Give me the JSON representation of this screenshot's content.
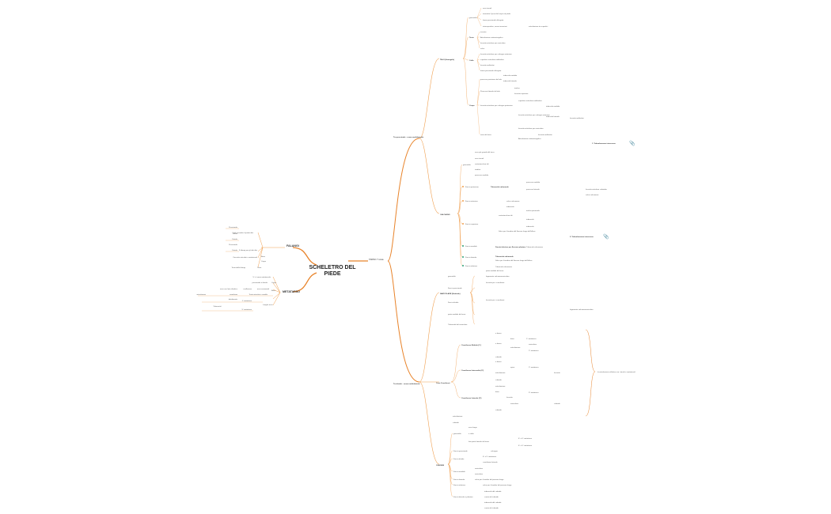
{
  "root": {
    "title_line1": "SCHELETRO DEL",
    "title_line2": "PIEDE"
  },
  "main_branch": {
    "label": "TARSO 7 ossa"
  },
  "left": {
    "falangi": {
      "label": "FALANGI",
      "items": [
        "Prossimale",
        "Media",
        "Distale",
        "Prossimale",
        "Distale",
        "3 falangi per gli altri dita",
        "Faccette articolari e metatarsali",
        "Base",
        "Corpo",
        "Testa delle falangi",
        "Testa"
      ],
      "sub_alluce": "2 nel secondo al quinto dito"
    },
    "metatarso": {
      "label": "METATARSO",
      "items": [
        "5° e' meno metatarsale",
        "prossimale e distale",
        "Corpo",
        "Base",
        "Tuberosita'",
        "Testa articolari e condilo",
        "1° metatarso",
        "Lunghe ossa",
        "5° metatarso"
      ],
      "details": [
        "ossa con lato cilindrico",
        "confluenza",
        "ossa sesamoidi",
        "articolazioni",
        "cuneiformi",
        "distalmente"
      ]
    }
  },
  "sections": {
    "talo": {
      "title": "TALO (Astragalo)",
      "parent": "Tra prossimale - senza mediolaterale",
      "groups": [
        "generalità",
        "Testa",
        "Collo",
        "Corpo"
      ],
      "lines": [
        "ossa tarsali",
        "trasmette il peso del corpo sul piede",
        "forma prossimale allungata",
        "intracapsulare, senza inserzioni",
        "articolazione tra superfici",
        "arcuata",
        "Articolazione sottoastragalica",
        "faccetta articolare per navicolare",
        "solco",
        "faccetta articolare per calcagno anteriore",
        "superficie articolare malleolare",
        "faccette malleolari",
        "processo posteriore del talo",
        "tubercolo mediale",
        "tubercolo laterale",
        "Processo laterale del talo",
        "troclea",
        "faccetta superiore",
        "faccetta articolare per calcagno posteriore",
        "seno del tarso",
        "1. Talocalcaneare interossea"
      ]
    },
    "calcagno": {
      "title": "CALCAGNO",
      "groups": [
        "generalità",
        "Faccia posteriore",
        "Faccia anteriore",
        "Faccia superiore",
        "Faccia mediale",
        "Faccia laterale",
        "Faccia inferiore"
      ],
      "lines": [
        "ossa più grande del tarso",
        "ossa tarsali",
        "sostentaculum tali",
        "tendine",
        "Tuberosità calcaneale",
        "processo mediale",
        "processo laterale",
        "faccetta articolare cuboidea",
        "solco calcaneare",
        "tuberosità",
        "troclea peroneale",
        "2. Talocalcaneare interossea",
        "Solco per il tendine del flessore lungo dell'alluce",
        "Faccia inferiore per flessore plantare",
        "Tubercolo calcaneare"
      ]
    },
    "navicolare": {
      "title": "NAVICOLARE (Scafoide)",
      "lines": [
        "generalità",
        "Faccia prossimale",
        "Faccia distale",
        "Tuberosità del navicolare",
        "faccette per i cuneiformi",
        "parte mediale del tarso",
        "legamento calcaneonavicolare"
      ]
    },
    "cuneiformi": {
      "title": "Ossa Cuneiformi",
      "parent": "Tra distale - senza mediolaterale",
      "groups": [
        "Cuneiforme Mediale (1°)",
        "Cuneiforme Intermedio (2°)",
        "Cuneiforme Laterale (3°)"
      ],
      "lines": [
        "a forma",
        "base",
        "apice",
        "1° metatarso",
        "2° metatarso",
        "3° metatarso",
        "articolazione",
        "faccette",
        "navicolare",
        "cuboide"
      ],
      "note": "le articolazioni collettive con i tarsali e metatarsali"
    },
    "cuboide": {
      "title": "CUBOIDE",
      "groups": [
        "generalità",
        "Faccia prossimale",
        "Faccia distale",
        "Faccia mediale",
        "Faccia laterale",
        "Faccia inferiore",
        "Faccia dorsale e plantare"
      ],
      "lines": [
        "ossa lunga",
        "a cubo",
        "lato parte laterale del tarso",
        "4° e 5° metatarso",
        "calcagno",
        "cuneiforme laterale",
        "navicolare",
        "solco per il tendine del peroneo lungo",
        "tuberosità del cuboide",
        "cresta del cuboide"
      ]
    }
  }
}
